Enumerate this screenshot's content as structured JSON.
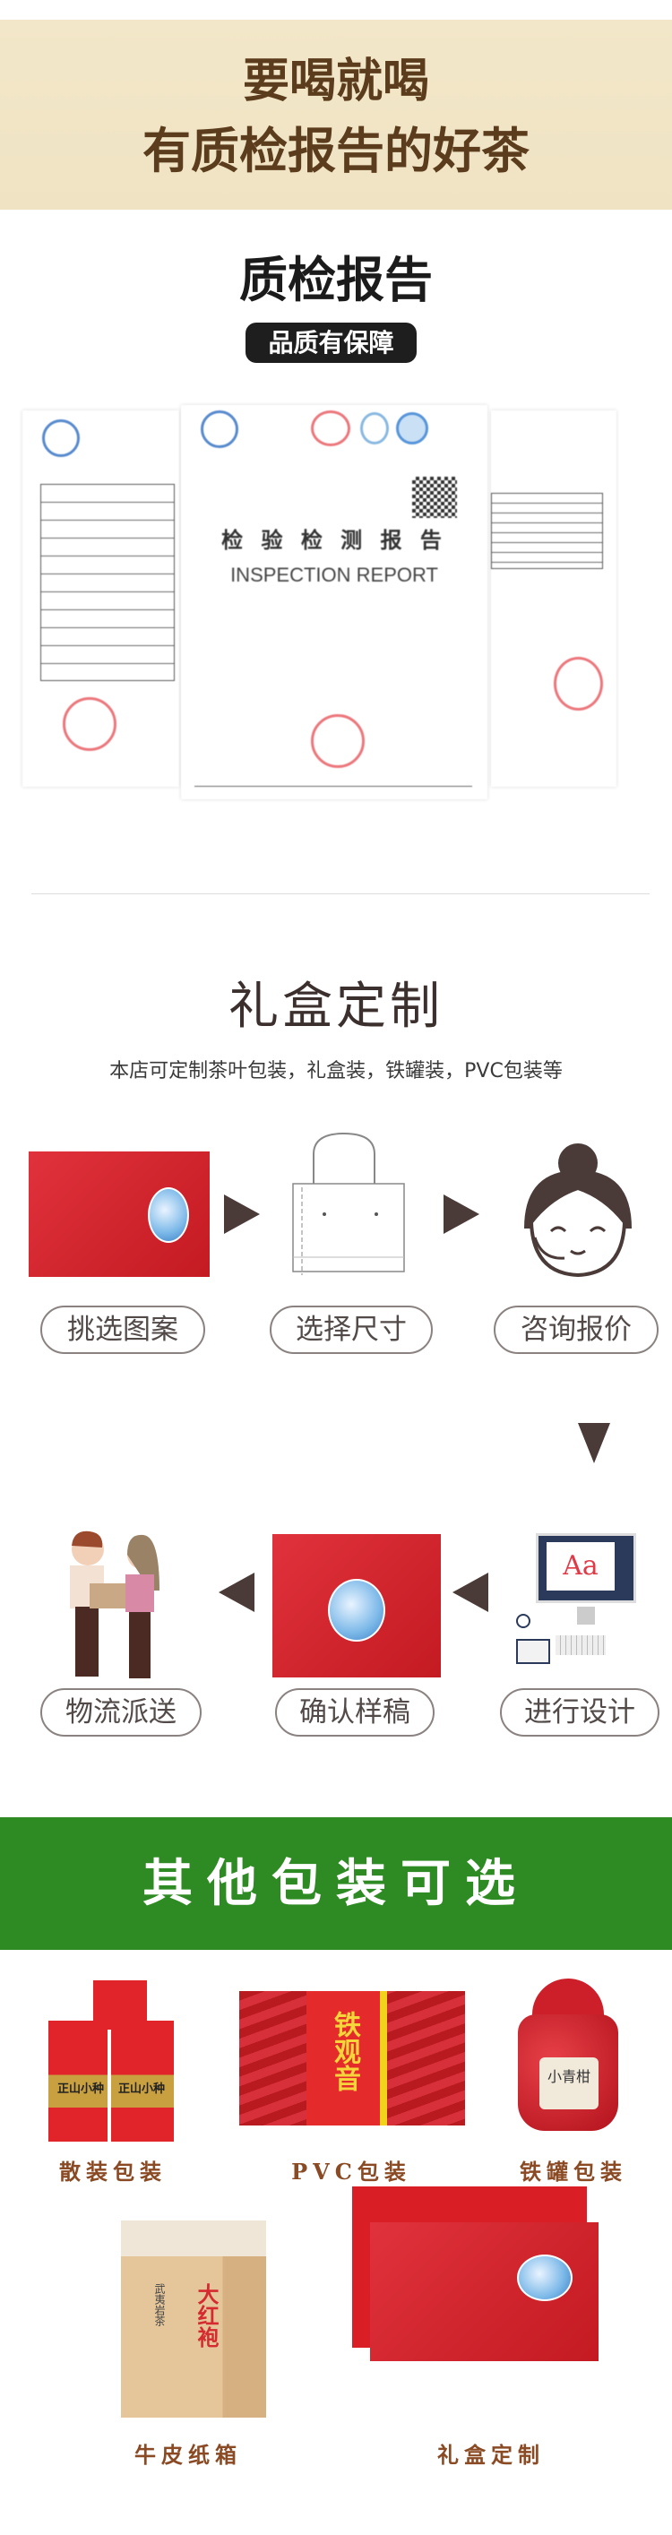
{
  "header": {
    "line1": "要喝就喝",
    "line2": "有质检报告的好茶"
  },
  "report": {
    "title": "质检报告",
    "badge": "品质有保障",
    "doc_title_cn": "检 验 检 测 报 告",
    "doc_title_en": "INSPECTION REPORT"
  },
  "gift": {
    "title": "礼盒定制",
    "subtitle": "本店可定制茶叶包装，礼盒装，铁罐装，PVC包装等",
    "steps": [
      {
        "label": "挑选图案"
      },
      {
        "label": "选择尺寸"
      },
      {
        "label": "咨询报价"
      },
      {
        "label": "进行设计"
      },
      {
        "label": "确认样稿"
      },
      {
        "label": "物流派送"
      }
    ],
    "design_text": "Aa"
  },
  "packaging": {
    "title": "其他包装可选",
    "options": [
      {
        "label": "散装包装",
        "product_text": "正山小种"
      },
      {
        "label": "PVC包装",
        "product_text": "铁观音"
      },
      {
        "label": "铁罐包装",
        "product_text": "小青柑"
      },
      {
        "label": "牛皮纸箱",
        "product_text": "大红袍",
        "product_subtext": "武夷岩茶"
      },
      {
        "label": "礼盒定制"
      }
    ]
  },
  "colors": {
    "hero_bg": "#f3e7c9",
    "hero_text": "#5b3c1c",
    "green": "#2e8a22",
    "label": "#8a4a24",
    "red": "#d42a30"
  }
}
